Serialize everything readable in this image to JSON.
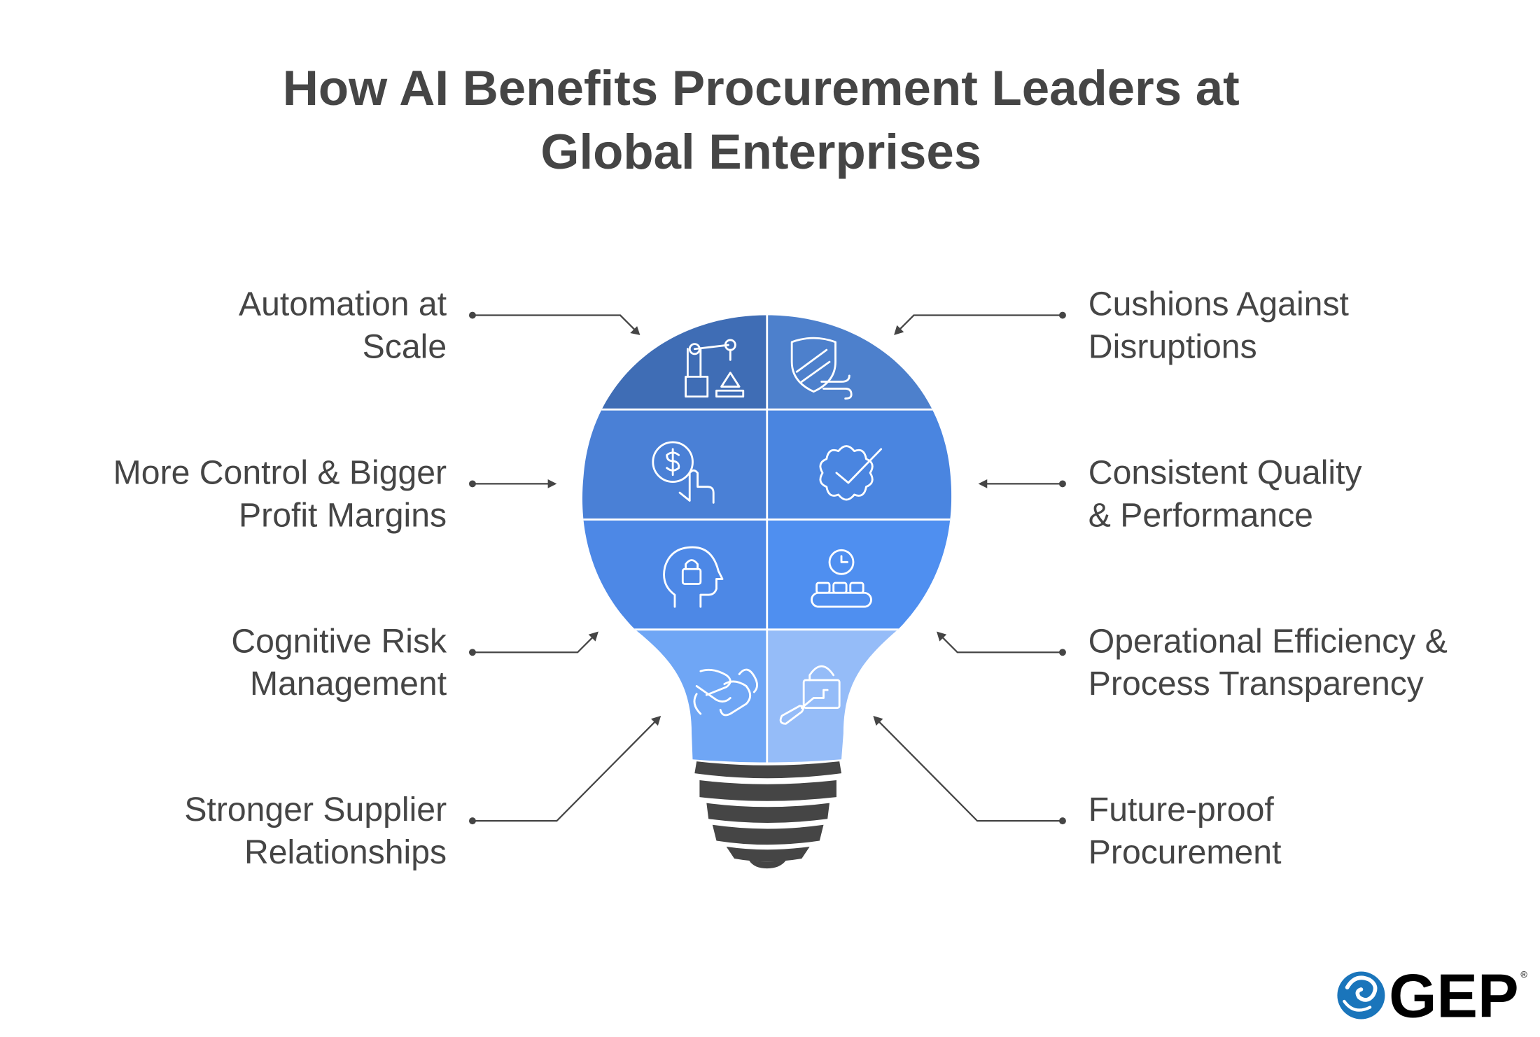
{
  "title": {
    "line1": "How AI Benefits Procurement Leaders at",
    "line2": "Global Enterprises"
  },
  "left_items": [
    {
      "line1": "Automation at",
      "line2": "Scale",
      "icon": "robot-arm-icon"
    },
    {
      "line1": "More Control & Bigger",
      "line2": "Profit Margins",
      "icon": "dollar-hand-icon"
    },
    {
      "line1": "Cognitive Risk",
      "line2": "Management",
      "icon": "head-lock-icon"
    },
    {
      "line1": "Stronger Supplier",
      "line2": "Relationships",
      "icon": "handshake-icon"
    }
  ],
  "right_items": [
    {
      "line1": "Cushions Against",
      "line2": "Disruptions",
      "icon": "shield-wind-icon"
    },
    {
      "line1": "Consistent Quality",
      "line2": "& Performance",
      "icon": "badge-check-icon"
    },
    {
      "line1": "Operational Efficiency &",
      "line2": "Process Transparency",
      "icon": "conveyor-clock-icon"
    },
    {
      "line1": "Future-proof",
      "line2": "Procurement",
      "icon": "key-lock-icon"
    }
  ],
  "colors": {
    "cells": [
      "#3f6db5",
      "#4d80cc",
      "#4a80d6",
      "#4a85e0",
      "#4d88e6",
      "#4f8ff0",
      "#6fa6f5",
      "#95bcf8"
    ],
    "base": "#454545",
    "logo_blue": "#1a75bb"
  },
  "logo": {
    "text": "GEP",
    "mark": "®"
  }
}
